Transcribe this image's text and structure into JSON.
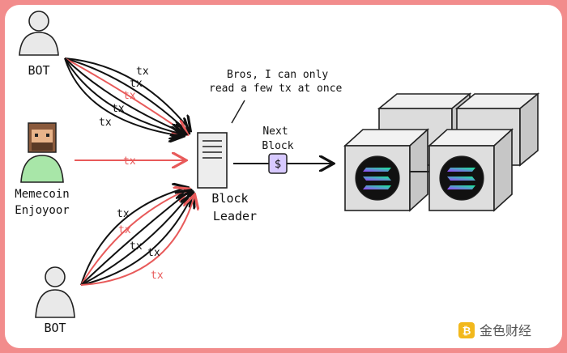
{
  "labels": {
    "bot_top": "BOT",
    "bot_bottom": "BOT",
    "memecoin_line1": "Memecoin",
    "memecoin_line2": "Enjoyoor",
    "leader_line1": "Block",
    "leader_line2": "Leader",
    "speech_line1": "Bros, I can only",
    "speech_line2": "read a few tx at once",
    "next_block_line1": "Next",
    "next_block_line2": "Block",
    "dollar": "$",
    "tx": "tx",
    "watermark": "金色财经"
  },
  "colors": {
    "frame": "#f28c8c",
    "red_line": "#e85a5a",
    "black_line": "#111111",
    "purple_box": "#d7c9ff",
    "sol_purple": "#9945FF",
    "sol_green": "#14F195"
  }
}
